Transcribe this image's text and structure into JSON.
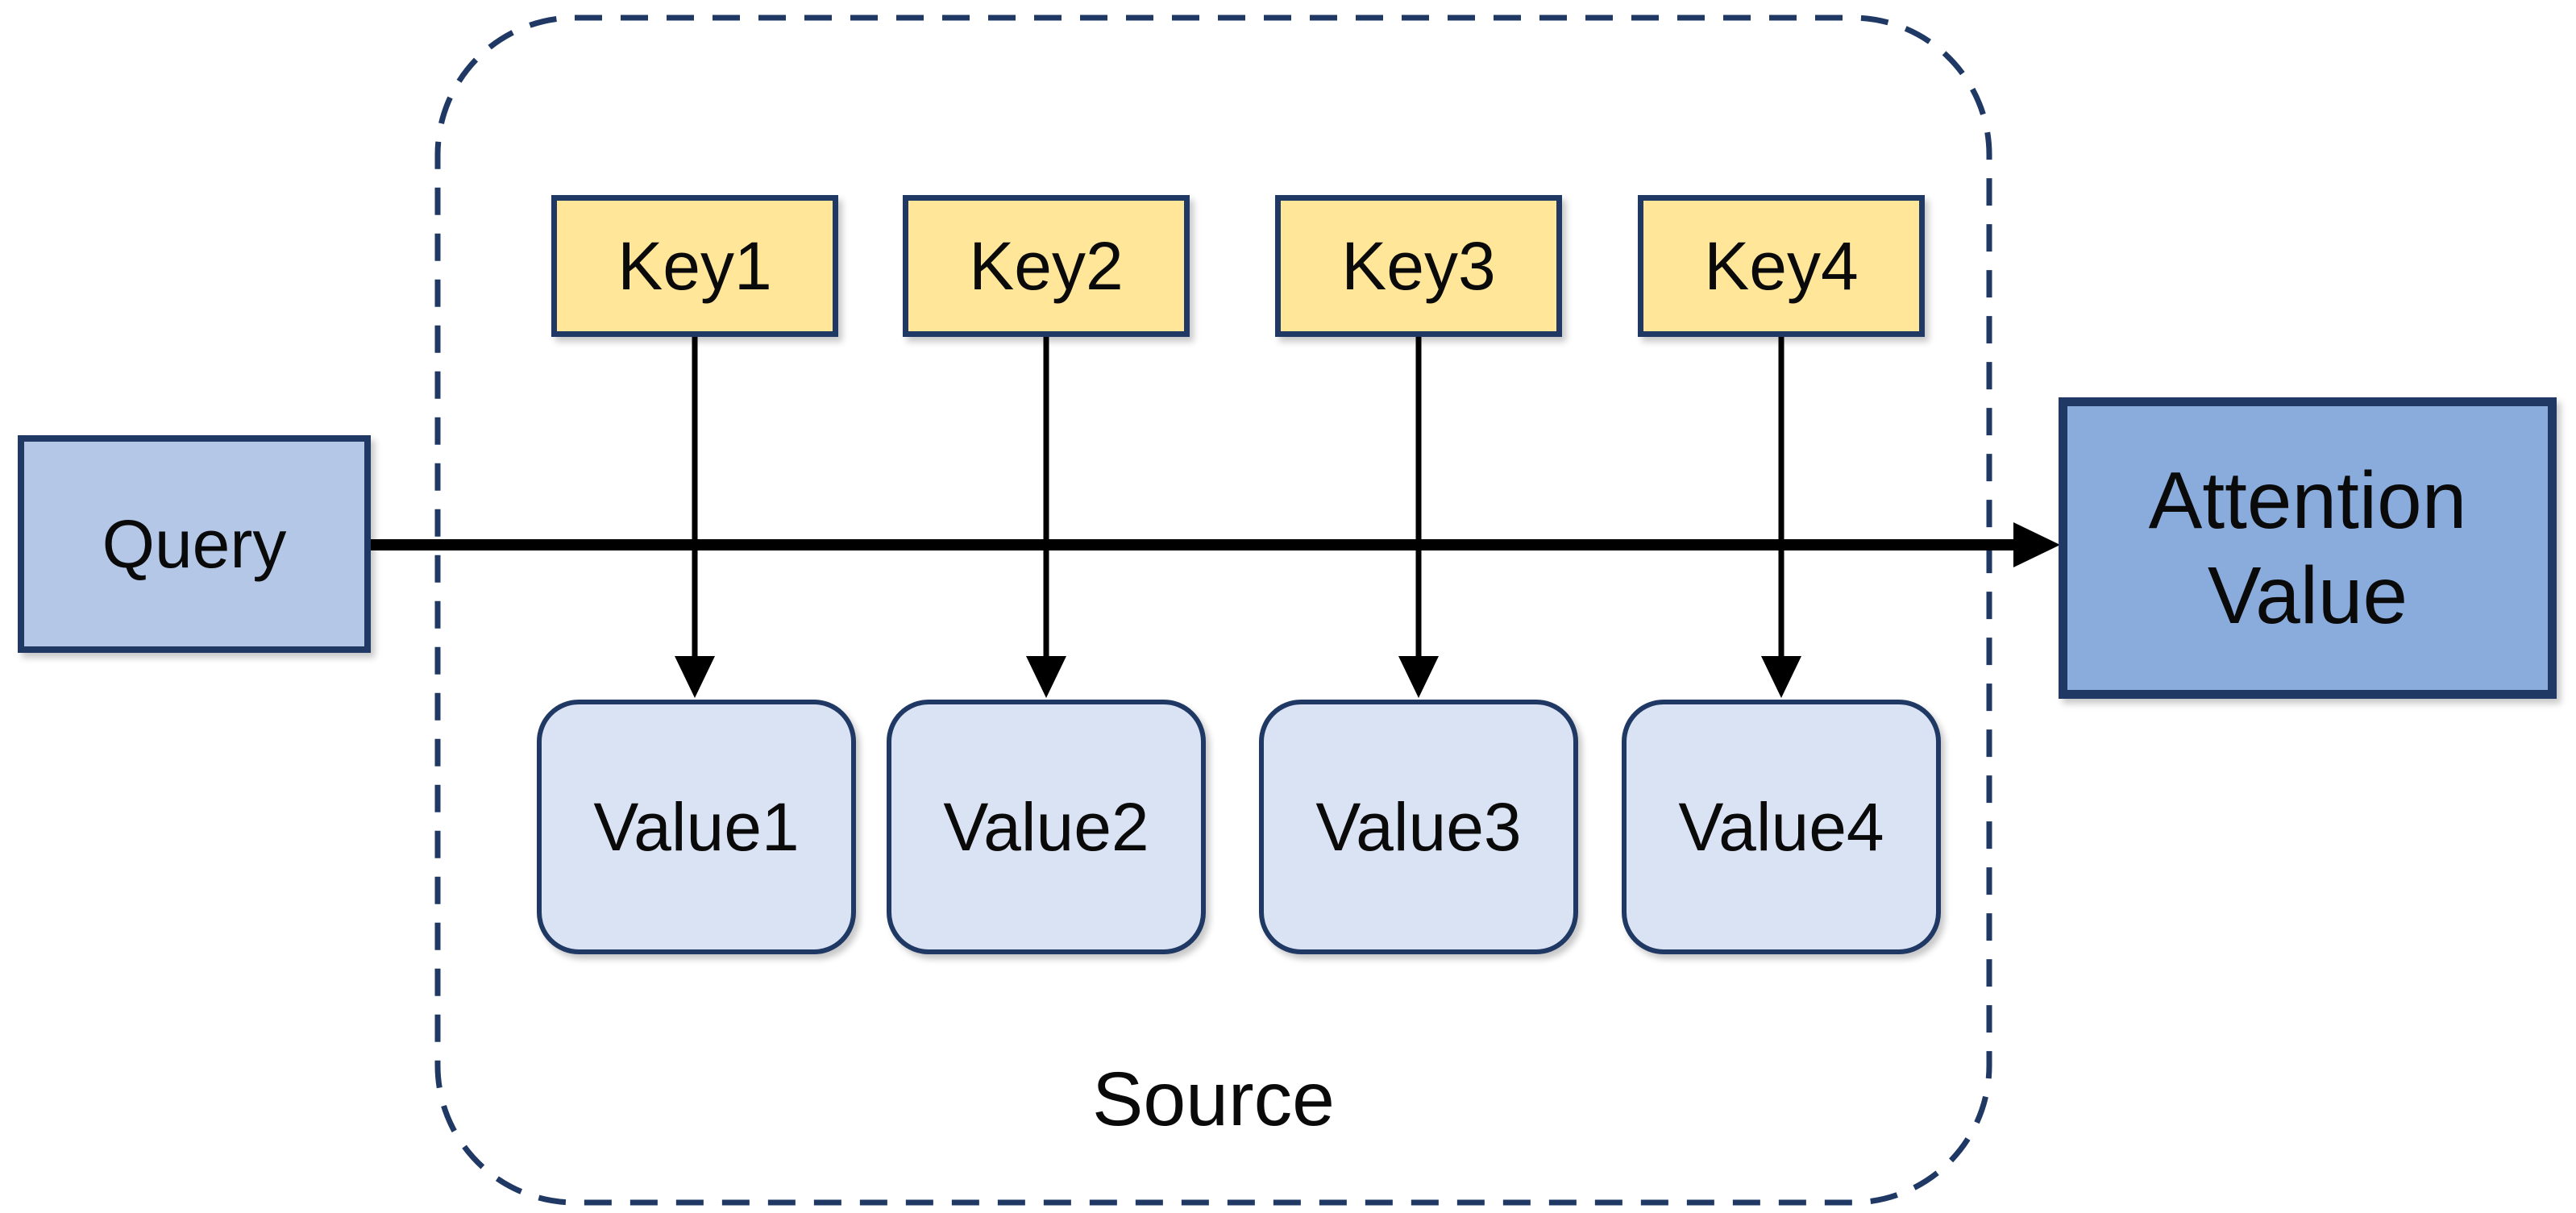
{
  "colors": {
    "background": "#FFFFFF",
    "query_fill": "#B4C7E7",
    "key_fill": "#FFE699",
    "value_fill": "#DAE3F3",
    "attention_fill": "#8AACDC",
    "box_border": "#1F3864",
    "dashed_border": "#1F3864",
    "arrow": "#000000",
    "text": "#0A0A0A"
  },
  "diagram": {
    "query": {
      "label": "Query"
    },
    "keys": [
      {
        "label": "Key1"
      },
      {
        "label": "Key2"
      },
      {
        "label": "Key3"
      },
      {
        "label": "Key4"
      }
    ],
    "values": [
      {
        "label": "Value1"
      },
      {
        "label": "Value2"
      },
      {
        "label": "Value3"
      },
      {
        "label": "Value4"
      }
    ],
    "attention": {
      "line1": "Attention",
      "line2": "Value"
    },
    "source": {
      "label": "Source"
    }
  }
}
